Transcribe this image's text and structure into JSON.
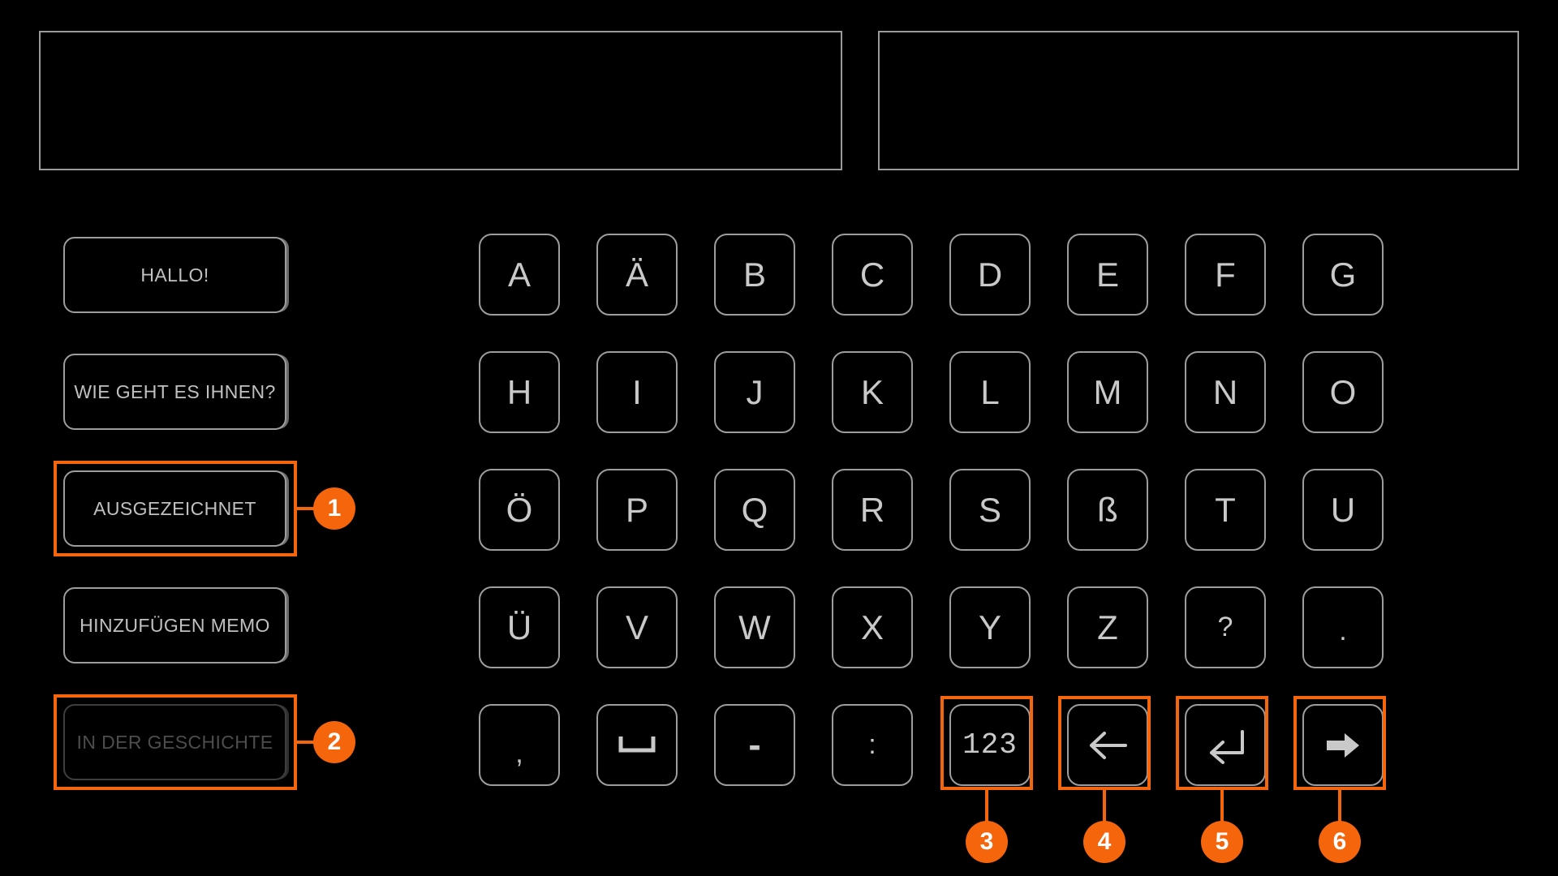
{
  "screen": {
    "title": "German Virtual Keyboard with Phrase Suggestions",
    "background_color": "#000000",
    "accent_color": "#f4650c",
    "key_border_color": "#9d9d9d",
    "key_text_color": "#c9c9c9"
  },
  "textboxes": [
    {
      "name": "composed-text-field",
      "value": "",
      "placeholder": ""
    },
    {
      "name": "preview-text-field",
      "value": "",
      "placeholder": ""
    }
  ],
  "suggestions": [
    {
      "label": "HALLO!",
      "state": "enabled"
    },
    {
      "label": "WIE GEHT ES IHNEN?",
      "state": "enabled"
    },
    {
      "label": "AUSGEZEICHNET",
      "state": "enabled"
    },
    {
      "label": "HINZUFÜGEN MEMO",
      "state": "enabled"
    },
    {
      "label": "IN DER GESCHICHTE",
      "state": "disabled"
    }
  ],
  "keyboard": {
    "rows": [
      [
        {
          "label": "A",
          "icon": "",
          "kind": "letter"
        },
        {
          "label": "Ä",
          "icon": "",
          "kind": "letter"
        },
        {
          "label": "B",
          "icon": "",
          "kind": "letter"
        },
        {
          "label": "C",
          "icon": "",
          "kind": "letter"
        },
        {
          "label": "D",
          "icon": "",
          "kind": "letter"
        },
        {
          "label": "E",
          "icon": "",
          "kind": "letter"
        },
        {
          "label": "F",
          "icon": "",
          "kind": "letter"
        },
        {
          "label": "G",
          "icon": "",
          "kind": "letter"
        }
      ],
      [
        {
          "label": "H",
          "icon": "",
          "kind": "letter"
        },
        {
          "label": "I",
          "icon": "",
          "kind": "letter"
        },
        {
          "label": "J",
          "icon": "",
          "kind": "letter"
        },
        {
          "label": "K",
          "icon": "",
          "kind": "letter"
        },
        {
          "label": "L",
          "icon": "",
          "kind": "letter"
        },
        {
          "label": "M",
          "icon": "",
          "kind": "letter"
        },
        {
          "label": "N",
          "icon": "",
          "kind": "letter"
        },
        {
          "label": "O",
          "icon": "",
          "kind": "letter"
        }
      ],
      [
        {
          "label": "Ö",
          "icon": "",
          "kind": "letter"
        },
        {
          "label": "P",
          "icon": "",
          "kind": "letter"
        },
        {
          "label": "Q",
          "icon": "",
          "kind": "letter"
        },
        {
          "label": "R",
          "icon": "",
          "kind": "letter"
        },
        {
          "label": "S",
          "icon": "",
          "kind": "letter"
        },
        {
          "label": "ß",
          "icon": "",
          "kind": "letter"
        },
        {
          "label": "T",
          "icon": "",
          "kind": "letter"
        },
        {
          "label": "U",
          "icon": "",
          "kind": "letter"
        }
      ],
      [
        {
          "label": "Ü",
          "icon": "",
          "kind": "letter"
        },
        {
          "label": "V",
          "icon": "",
          "kind": "letter"
        },
        {
          "label": "W",
          "icon": "",
          "kind": "letter"
        },
        {
          "label": "X",
          "icon": "",
          "kind": "letter"
        },
        {
          "label": "Y",
          "icon": "",
          "kind": "letter"
        },
        {
          "label": "Z",
          "icon": "",
          "kind": "letter"
        },
        {
          "label": "?",
          "icon": "",
          "kind": "punctuation"
        },
        {
          "label": ".",
          "icon": "",
          "kind": "punctuation"
        }
      ],
      [
        {
          "label": ",",
          "icon": "",
          "kind": "punctuation"
        },
        {
          "label": "",
          "icon": "space-icon",
          "kind": "space"
        },
        {
          "label": "-",
          "icon": "",
          "kind": "punctuation"
        },
        {
          "label": ":",
          "icon": "",
          "kind": "punctuation"
        },
        {
          "label": "123",
          "icon": "",
          "kind": "mode-numeric"
        },
        {
          "label": "",
          "icon": "backspace-arrow-left-icon",
          "kind": "backspace"
        },
        {
          "label": "",
          "icon": "enter-return-icon",
          "kind": "enter"
        },
        {
          "label": "",
          "icon": "arrow-right-icon",
          "kind": "next"
        }
      ]
    ]
  },
  "annotations": [
    {
      "number": "1",
      "target": "suggestion-ausgezeichnet"
    },
    {
      "number": "2",
      "target": "suggestion-in-der-geschichte"
    },
    {
      "number": "3",
      "target": "key-123"
    },
    {
      "number": "4",
      "target": "key-backspace"
    },
    {
      "number": "5",
      "target": "key-enter"
    },
    {
      "number": "6",
      "target": "key-next"
    }
  ]
}
